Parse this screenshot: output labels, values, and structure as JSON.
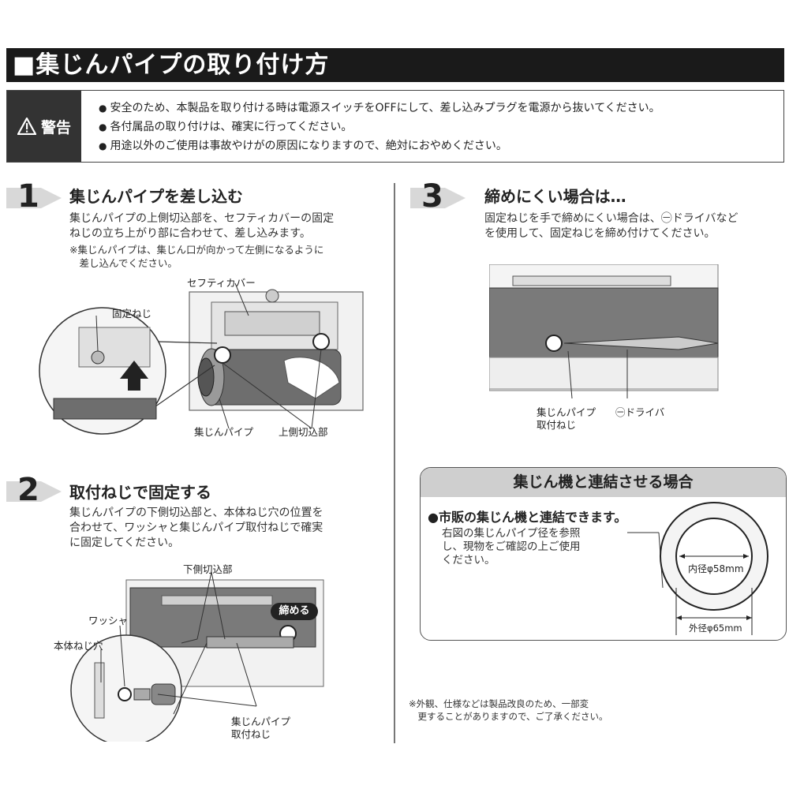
{
  "title": "■集じんパイプの取り付け方",
  "warning": {
    "label": "警告",
    "items": [
      "安全のため、本製品を取り付ける時は電源スイッチをOFFにして、差し込みプラグを電源から抜いてください。",
      "各付属品の取り付けは、確実に行ってください。",
      "用途以外のご使用は事故やけがの原因になりますので、絶対におやめください。"
    ]
  },
  "step1": {
    "number": "1",
    "title": "集じんパイプを差し込む",
    "desc": "集じんパイプの上側切込部を、セフティカバーの固定\nねじの立ち上がり部に合わせて、差し込みます。",
    "note": "※集じんパイプは、集じん口が向かって左側になるように\n　差し込んでください。",
    "labels": {
      "safety_cover": "セフティカバー",
      "fixing_screw": "固定ねじ",
      "dust_pipe": "集じんパイプ",
      "upper_notch": "上側切込部"
    }
  },
  "step2": {
    "number": "2",
    "title": "取付ねじで固定する",
    "desc": "集じんパイプの下側切込部と、本体ねじ穴の位置を\n合わせて、ワッシャと集じんパイプ取付ねじで確実\nに固定してください。",
    "labels": {
      "lower_notch": "下側切込部",
      "tighten": "締める",
      "washer": "ワッシャ",
      "body_hole": "本体ねじ穴",
      "pipe_screw_1": "集じんパイプ",
      "pipe_screw_2": "取付ねじ"
    }
  },
  "step3": {
    "number": "3",
    "title": "締めにくい場合は…",
    "desc": "固定ねじを手で締めにくい場合は、㊀ドライバなど\nを使用して、固定ねじを締め付けてください。",
    "labels": {
      "pipe_screw_1": "集じんパイプ",
      "pipe_screw_2": "取付ねじ",
      "driver": "㊀ドライバ"
    }
  },
  "connect": {
    "heading": "集じん機と連結させる場合",
    "bullet": "●市販の集じん機と連結できます。",
    "desc": "右図の集じんパイプ径を参照\nし、現物をご確認の上ご使用\nください。",
    "inner": "内径φ58mm",
    "outer": "外径φ65mm"
  },
  "footnote": "※外観、仕様などは製品改良のため、一部変\n　更することがありますので、ご了承ください。"
}
